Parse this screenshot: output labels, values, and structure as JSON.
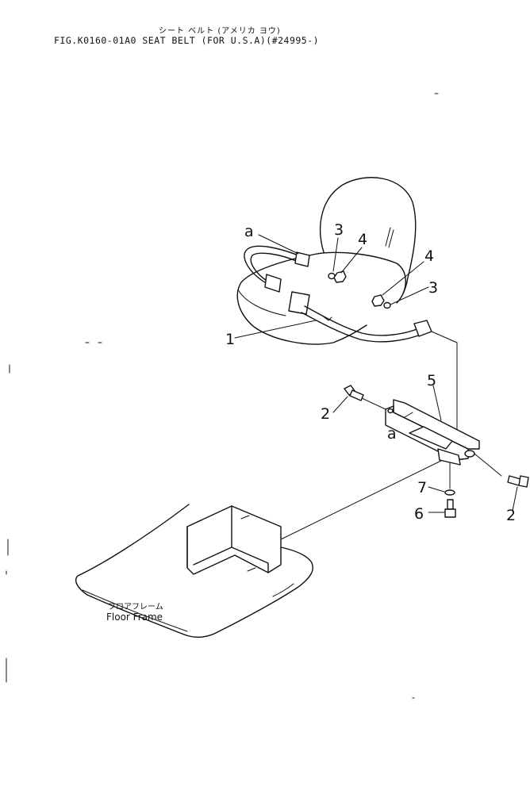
{
  "header": {
    "title_jp": "シート ベルト (アメリカ ヨウ)",
    "fig_no": "FIG.K0160-01A0",
    "title": "SEAT BELT (FOR U.S.A)(#24995-)"
  },
  "callouts": {
    "a_top": "a",
    "a_bracket": "a",
    "p1": "1",
    "p2_left": "2",
    "p2_right": "2",
    "p3_left": "3",
    "p3_right": "3",
    "p4_left": "4",
    "p4_right": "4",
    "p5": "5",
    "p6": "6",
    "p7": "7"
  },
  "floor_frame": {
    "label_jp": "フロアフレーム",
    "label_en": "Floor Frame"
  }
}
